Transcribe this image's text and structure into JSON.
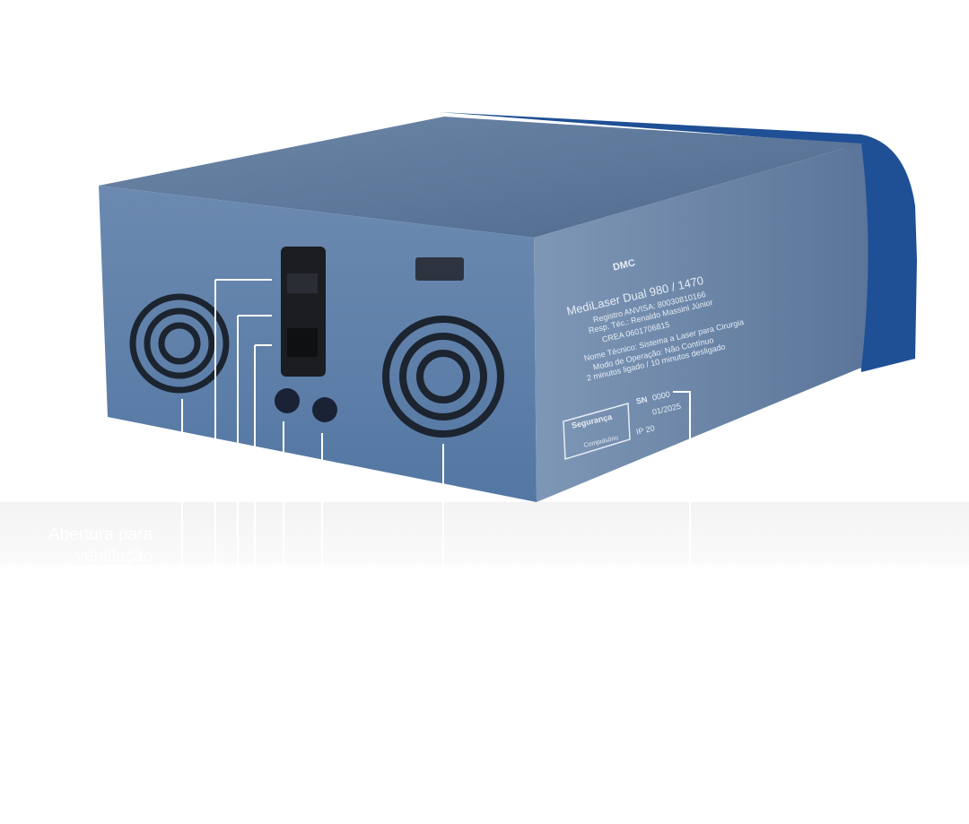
{
  "product": {
    "logo": "DMC",
    "model": "MediLaser Dual 980 / 1470",
    "label_lines": [
      "Registro ANVISA: 80030810166",
      "Resp. Téc.: Renaldo Massini Júnior",
      "CREA 0601706815",
      "Nome Técnico: Sistema a Laser para Cirurgia",
      "Modo de Operação: Não Contínuo",
      "2 minutos ligado / 10 minutos desligado"
    ],
    "sn_label": "SN",
    "sn": "0000",
    "date": "01/2025",
    "ip": "IP 20",
    "safety_title": "Segurança",
    "safety_sub": "Compulsório"
  },
  "callouts": {
    "ventilation": "Abertura para ventilação"
  },
  "colors": {
    "body": "#5f7fa6",
    "front": "#1f4f95",
    "line": "#ffffff"
  }
}
